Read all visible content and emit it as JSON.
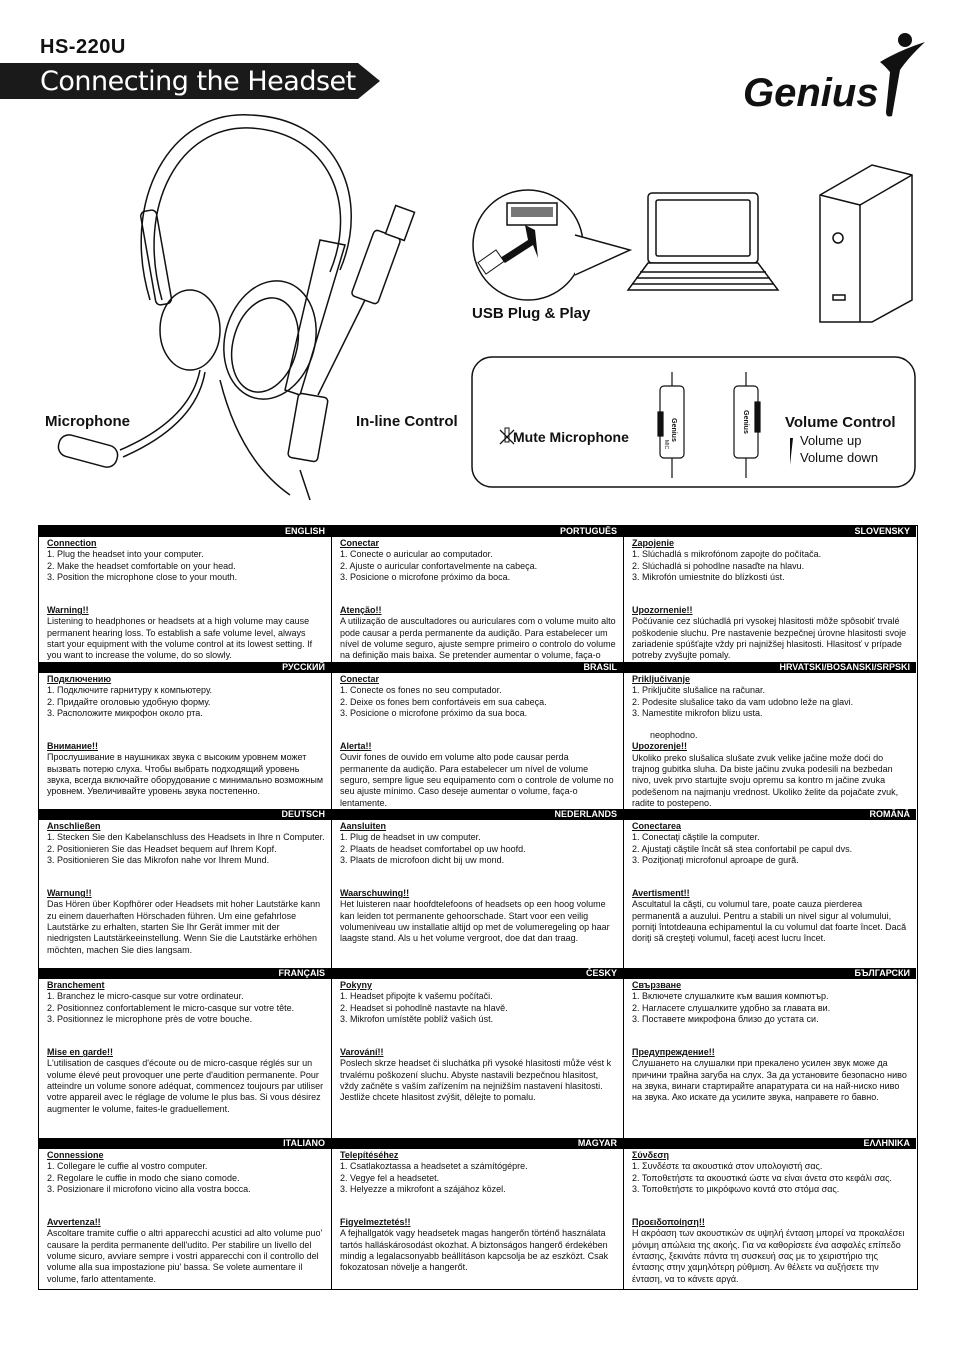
{
  "header": {
    "model": "HS-220U",
    "banner": "Connecting the Headset",
    "brand": "Genius"
  },
  "figure": {
    "usb_label": "USB Plug & Play",
    "microphone_label": "Microphone",
    "inline_control_label": "In-line Control",
    "mute_label": "Mute Microphone",
    "volume_title": "Volume Control",
    "volume_up": "Volume up",
    "volume_down": "Volume down",
    "mic_text": "MIC",
    "control_brand": "Genius"
  },
  "sections": [
    {
      "lang": "ENGLISH",
      "title": "Connection",
      "steps": [
        "1. Plug the headset into your computer.",
        "2. Make the headset comfortable on your head.",
        "3. Position the microphone close to your mouth."
      ],
      "warn_title": "Warning!!",
      "warn": "Listening to headphones or headsets at a high volume may cause permanent hearing loss. To establish a safe volume level, always start your equipment with the volume control at its lowest setting. If you want to increase the volume, do so slowly."
    },
    {
      "lang": "PORTUGUÊS",
      "title": "Conectar",
      "steps": [
        "1. Conecte o auricular ao computador.",
        "2. Ajuste o auricular confortavelmente na cabeça.",
        "3. Posicione o microfone próximo da boca."
      ],
      "warn_title": "Atenção!!",
      "warn": "A utilização de auscultadores ou auriculares com o volume muito alto pode causar a perda permanente da audição. Para estabelecer um nível de volume seguro, ajuste sempre primeiro o controlo do volume na definição mais baixa. Se pretender aumentar o volume, faça-o lentamente."
    },
    {
      "lang": "SLOVENSKY",
      "title": "Zapojenie",
      "steps": [
        "1. Slúchadlá s mikrofónom zapojte do počítača.",
        "2. Slúchadlá si pohodlne nasaďte na hlavu.",
        "3. Mikrofón umiestnite do blízkosti úst."
      ],
      "warn_title": "Upozornenie!!",
      "warn": "Počúvanie cez slúchadlá pri vysokej hlasitosti môže spôsobiť trvalé poškodenie sluchu. Pre nastavenie bezpečnej úrovne hlasitosti svoje zariadenie spúšťajte vždy pri najnižšej hlasitosti. Hlasitosť v prípade potreby zvyšujte pomaly."
    },
    {
      "lang": "РУССКИЙ",
      "title": "Подключению",
      "steps": [
        "1. Подключите гарнитуру к компьютеру.",
        "2. Придайте оголовью удобную форму.",
        "3. Расположите микрофон около рта."
      ],
      "warn_title": "Внимание!!",
      "warn": "Прослушивание в наушниках звука с высоким уровнем может вызвать потерю слуха. Чтобы выбрать подходящий уровень звука, всегда включайте оборудование с минимально возможным уровнем. Увеличивайте уровень звука постепенно."
    },
    {
      "lang": "BRASIL",
      "title": "Conectar",
      "steps": [
        "1. Conecte os fones no seu computador.",
        "2. Deixe os fones bem confortáveis em sua cabeça.",
        "3. Posicione o microfone próximo da sua boca."
      ],
      "warn_title": "Alerta!!",
      "warn": "Ouvir fones de ouvido em volume alto pode causar perda permanente da audição. Para estabelecer um nível de volume seguro, sempre ligue seu equipamento com o controle de volume no seu ajuste mínimo. Caso deseje aumentar o volume, faça-o lentamente."
    },
    {
      "lang": "HRVATSKI/BOSANSKI/SRPSKI",
      "title": "Priključivanje",
      "steps": [
        "1. Priključite slušalice na računar.",
        "2. Podesite slušalice tako da vam udobno leže na glavi.",
        "3. Namestite mikrofon blizu usta."
      ],
      "extra": "neophodno.",
      "warn_title": "Upozorenje!!",
      "warn": "Ukoliko preko slušalica slušate zvuk velike jačine može doći do trajnog gubitka sluha. Da biste jačinu zvuka podesili na bezbedan nivo, uvek prvo startujte svoju opremu sa kontro m jačine zvuka podešenom na najmanju vrednost. Ukoliko želite da pojačate zvuk, radite to postepeno."
    },
    {
      "lang": "DEUTSCH",
      "title": "Anschließen",
      "steps": [
        "1. Stecken Sie den Kabelanschluss des Headsets in Ihre n Computer.",
        "2. Positionieren Sie das Headset bequem auf Ihrem Kopf.",
        "3. Positionieren Sie das Mikrofon nahe vor Ihrem Mund."
      ],
      "warn_title": "Warnung!!",
      "warn": "Das Hören über Kopfhörer oder Headsets mit hoher Lautstärke kann zu einem dauerhaften Hörschaden führen. Um eine gefahrlose Lautstärke zu erhalten, starten Sie Ihr Gerät immer mit der niedrigsten Lautstärkeeinstellung. Wenn Sie die Lautstärke erhöhen möchten, machen Sie dies langsam."
    },
    {
      "lang": "NEDERLANDS",
      "title": "Aansluiten",
      "steps": [
        "1. Plug de headset in uw computer.",
        "2. Plaats de headset comfortabel op uw hoofd.",
        "3. Plaats de microfoon dicht bij uw mond."
      ],
      "warn_title": "Waarschuwing!!",
      "warn": "Het luisteren naar hoofdtelefoons of headsets op een hoog volume kan leiden tot permanente gehoorschade. Start voor een veilig volumeniveau uw installatie altijd op met de volumeregeling op haar laagste stand. Als u het volume vergroot, doe dat dan traag."
    },
    {
      "lang": "ROMÂNĂ",
      "title": "Conectarea",
      "steps": [
        "1. Conectaţi căştile la computer.",
        "2. Ajustaţi căştile încât să stea confortabil pe capul dvs.",
        "3. Poziţionaţi microfonul aproape de gură."
      ],
      "warn_title": "Avertisment!!",
      "warn": "Ascultatul la căşti, cu volumul tare, poate cauza pierderea permanentă a auzului. Pentru a stabili un nivel sigur al volumului, porniţi întotdeauna echipamentul la cu volumul dat foarte încet. Dacă doriţi să creşteţi volumul, faceţi acest lucru încet."
    },
    {
      "lang": "FRANÇAIS",
      "title": "Branchement",
      "steps": [
        "1. Branchez le micro-casque sur votre ordinateur.",
        "2. Positionnez confortablement le micro-casque sur votre tête.",
        "3. Positionnez le microphone près de votre bouche."
      ],
      "warn_title": "Mise en garde!!",
      "warn": "L'utilisation de casques d'écoute ou de micro-casque réglés sur un volume élevé peut provoquer une perte d'audition permanente. Pour atteindre un volume sonore adéquat, commencez toujours par utiliser votre appareil avec le réglage de volume le plus bas. Si vous désirez augmenter le volume, faites-le graduellement."
    },
    {
      "lang": "ČESKY",
      "title": "Pokyny",
      "steps": [
        "1. Headset připojte k vašemu počítači.",
        "2. Headset si pohodlně nastavte na hlavě.",
        "3. Mikrofon umístěte poblíž vašich úst."
      ],
      "warn_title": "Varování!!",
      "warn": "Poslech skrze headset či sluchátka při vysoké hlasitosti může vést k trvalému poškození sluchu. Abyste nastavili bezpečnou hlasitost, vždy začněte s vaším zařízením na nejnižším nastavení hlasitosti. Jestliže chcete hlasitost zvýšit, dělejte to pomalu."
    },
    {
      "lang": "БЪЛГАРСКИ",
      "title": "Свързване",
      "steps": [
        "1. Включете слушалките към вашия компютър.",
        "2. Нагласете слушалките удобно за главата ви.",
        "3. Поставете микрофона близо до устата си."
      ],
      "warn_title": "Предупреждение!!",
      "warn": "Слушането на слушалки при прекалено усилен звук може да причини трайна загуба на слух. За да установите безопасно ниво на звука, винаги стартирайте апаратурата си на най-ниско ниво на звука. Ако искате да усилите звука, направете го бавно."
    },
    {
      "lang": "ITALIANO",
      "title": "Connessione",
      "steps": [
        "1. Collegare le cuffie al vostro computer.",
        "2. Regolare le cuffie in modo che siano comode.",
        "3. Posizionare il microfono vicino alla vostra bocca."
      ],
      "warn_title": "Avvertenza!!",
      "warn": "Ascoltare tramite cuffie o altri apparecchi acustici ad alto volume puo' causare la perdita permanente dell'udito. Per stabilire un livello del volume sicuro, avviare sempre i vostri apparecchi con il controllo del volume alla sua impostazione piu' bassa. Se volete aumentare il volume, farlo attentamente."
    },
    {
      "lang": "MAGYAR",
      "title": "Telepítéséhez",
      "steps": [
        "1. Csatlakoztassa a headsetet a számítógépre.",
        "2. Vegye fel a headsetet.",
        "3. Helyezze a mikrofont a szájához közel."
      ],
      "warn_title": "Figyelmeztetés!!",
      "warn": "A fejhallgatók vagy headsetek magas hangerőn történő használata tartós halláskárosodást okozhat. A biztonságos hangerő érdekében mindig a legalacsonyabb beállításon kapcsolja be az eszközt. Csak fokozatosan növelje a hangerőt."
    },
    {
      "lang": "ΕΛΛΗΝΙΚΑ",
      "title": "Σύνδεση",
      "steps": [
        "1. Συνδέστε τα ακουστικά στον υπολογιστή σας.",
        "2. Τοποθετήστε τα ακουστικά ώστε να είναι άνετα στο κεφάλι σας.",
        "3. Τοποθετήστε το μικρόφωνο κοντά στο στόμα σας."
      ],
      "warn_title": "Προειδοποίηση!!",
      "warn": "Η ακρόαση των ακουστικών σε υψηλή ένταση μπορεί να προκαλέσει μόνιμη απώλεια της ακοής. Για να καθορίσετε ένα ασφαλές επίπεδο έντασης, ξεκινάτε πάντα τη συσκευή σας με το χειριστήριο της έντασης στην χαμηλότερη ρύθμιση. Αν θέλετε να αυξήσετε την ένταση, να το κάνετε αργά."
    }
  ]
}
